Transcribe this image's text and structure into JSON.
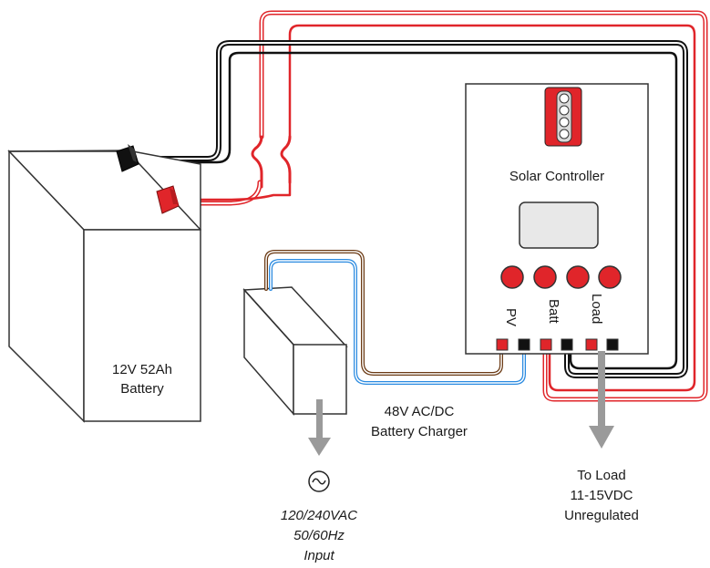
{
  "battery": {
    "line1": "12V  52Ah",
    "line2": "Battery"
  },
  "charger": {
    "line1": "48V  AC/DC",
    "line2": "Battery Charger"
  },
  "ac_input": {
    "line1": "120/240VAC",
    "line2": "50/60Hz",
    "line3": "Input"
  },
  "controller": {
    "title": "Solar Controller",
    "pv": "PV",
    "batt": "Batt",
    "load": "Load"
  },
  "load_output": {
    "line1": "To Load",
    "line2": "11-15VDC",
    "line3": "Unregulated"
  },
  "colors": {
    "red_wire": "#e0252a",
    "black_wire": "#111111",
    "brown_wire": "#6b3a14",
    "blue_wire": "#2a8ae0",
    "terminal_red": "#e0252a",
    "terminal_black": "#111111",
    "arrow": "#9a9a9a"
  }
}
